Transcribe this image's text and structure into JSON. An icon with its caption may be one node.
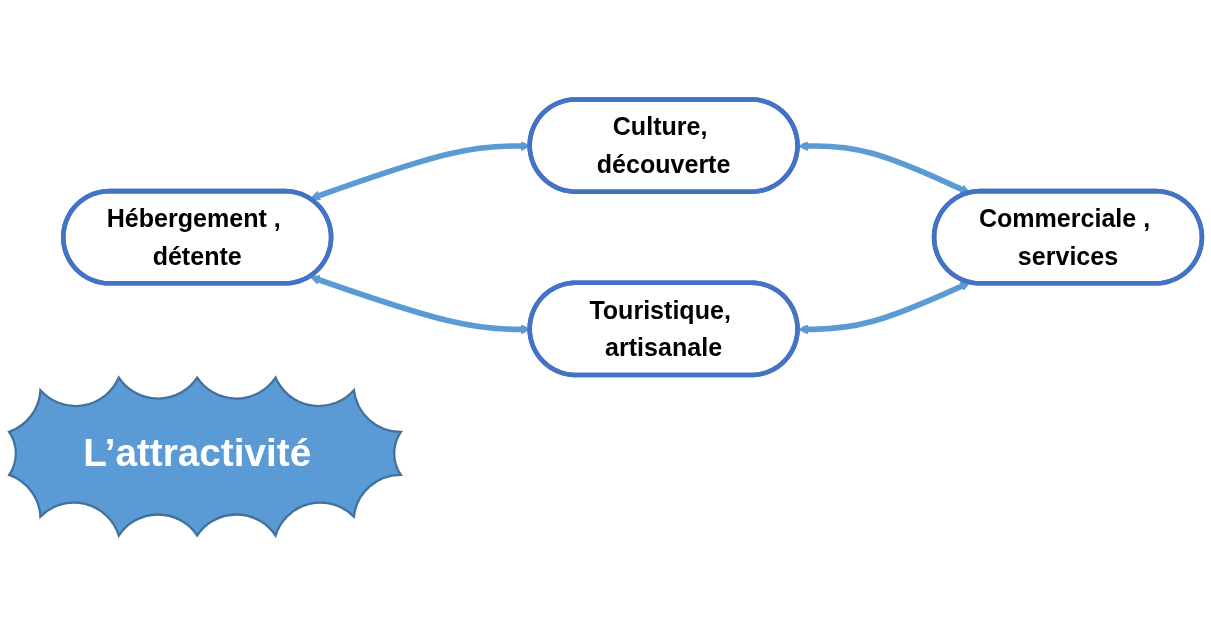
{
  "diagram": {
    "nodes": [
      {
        "text": [
          "Culture, découverte"
        ]
      },
      {
        "text": [
          "Hébergement , détente"
        ]
      },
      {
        "text": [
          "L’attractivité"
        ]
      },
      {
        "text": [
          "Commerciale , services"
        ]
      },
      {
        "text": [
          "Touristique, artisanale"
        ]
      }
    ],
    "edges": [
      {
        "from": 1,
        "to": 0,
        "arrow": "both"
      },
      {
        "from": 0,
        "to": 3,
        "arrow": "both"
      },
      {
        "from": 1,
        "to": 4,
        "arrow": "both"
      },
      {
        "from": 4,
        "to": 3,
        "arrow": "both"
      }
    ]
  }
}
